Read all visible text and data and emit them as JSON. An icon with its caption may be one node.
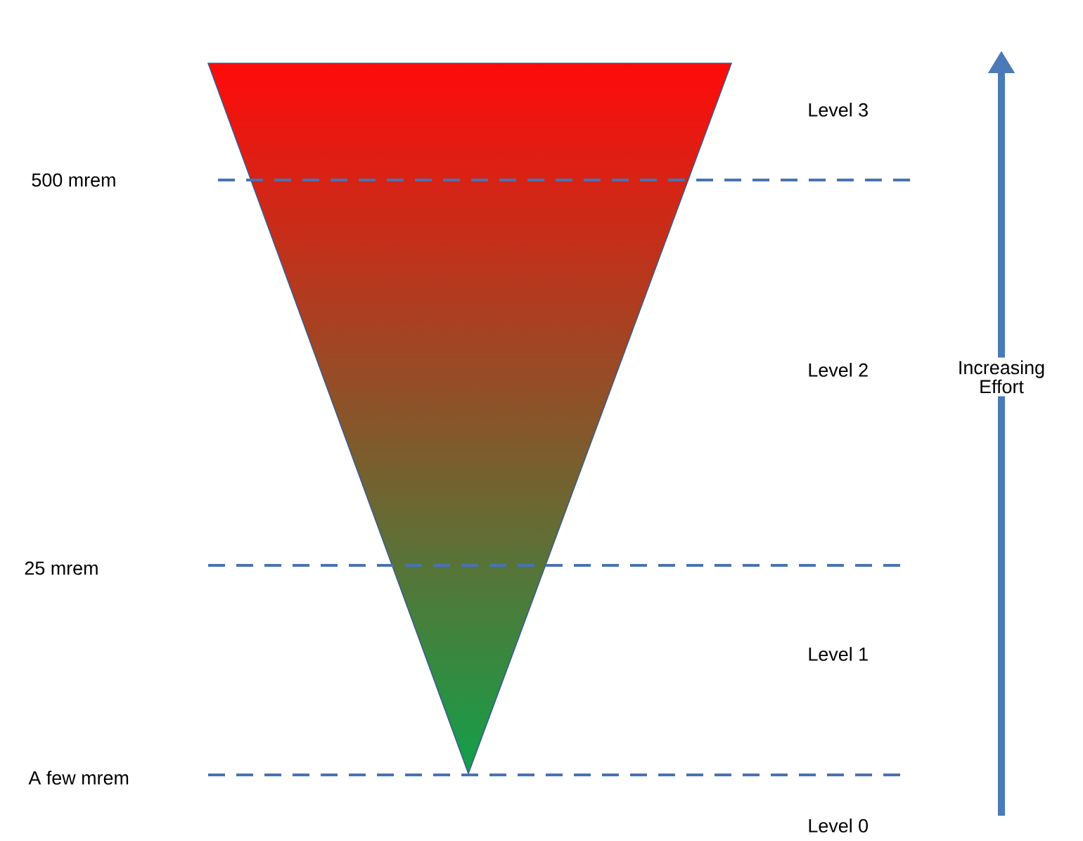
{
  "diagram": {
    "labels": [
      "Level 3",
      "500 mrem",
      "Level 2",
      "Increasing Effort",
      "25 mrem",
      "Level 1",
      "A few mrem",
      "Level 0"
    ]
  }
}
